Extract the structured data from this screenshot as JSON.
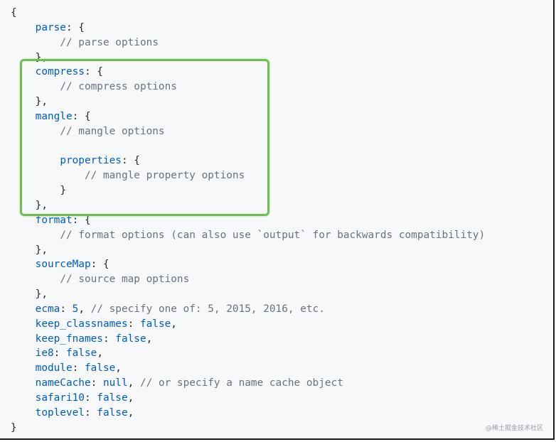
{
  "code": {
    "lines": [
      {
        "indent": "",
        "parts": [
          {
            "t": "{",
            "c": "punct"
          }
        ]
      },
      {
        "indent": "    ",
        "parts": [
          {
            "t": "parse",
            "c": "key"
          },
          {
            "t": ": {",
            "c": "punct"
          }
        ]
      },
      {
        "indent": "        ",
        "parts": [
          {
            "t": "// parse options",
            "c": "cmt"
          }
        ]
      },
      {
        "indent": "    ",
        "parts": [
          {
            "t": "},",
            "c": "punct"
          }
        ]
      },
      {
        "indent": "    ",
        "parts": [
          {
            "t": "compress",
            "c": "key"
          },
          {
            "t": ": {",
            "c": "punct"
          }
        ]
      },
      {
        "indent": "        ",
        "parts": [
          {
            "t": "// compress options",
            "c": "cmt"
          }
        ]
      },
      {
        "indent": "    ",
        "parts": [
          {
            "t": "},",
            "c": "punct"
          }
        ]
      },
      {
        "indent": "    ",
        "parts": [
          {
            "t": "mangle",
            "c": "key"
          },
          {
            "t": ": {",
            "c": "punct"
          }
        ]
      },
      {
        "indent": "        ",
        "parts": [
          {
            "t": "// mangle options",
            "c": "cmt"
          }
        ]
      },
      {
        "indent": "",
        "parts": []
      },
      {
        "indent": "        ",
        "parts": [
          {
            "t": "properties",
            "c": "key"
          },
          {
            "t": ": {",
            "c": "punct"
          }
        ]
      },
      {
        "indent": "            ",
        "parts": [
          {
            "t": "// mangle property options",
            "c": "cmt"
          }
        ]
      },
      {
        "indent": "        ",
        "parts": [
          {
            "t": "}",
            "c": "punct"
          }
        ]
      },
      {
        "indent": "    ",
        "parts": [
          {
            "t": "},",
            "c": "punct"
          }
        ]
      },
      {
        "indent": "    ",
        "parts": [
          {
            "t": "format",
            "c": "key"
          },
          {
            "t": ": {",
            "c": "punct"
          }
        ]
      },
      {
        "indent": "        ",
        "parts": [
          {
            "t": "// format options (can also use `output` for backwards compatibility)",
            "c": "cmt"
          }
        ]
      },
      {
        "indent": "    ",
        "parts": [
          {
            "t": "},",
            "c": "punct"
          }
        ]
      },
      {
        "indent": "    ",
        "parts": [
          {
            "t": "sourceMap",
            "c": "key"
          },
          {
            "t": ": {",
            "c": "punct"
          }
        ]
      },
      {
        "indent": "        ",
        "parts": [
          {
            "t": "// source map options",
            "c": "cmt"
          }
        ]
      },
      {
        "indent": "    ",
        "parts": [
          {
            "t": "},",
            "c": "punct"
          }
        ]
      },
      {
        "indent": "    ",
        "parts": [
          {
            "t": "ecma",
            "c": "key"
          },
          {
            "t": ": ",
            "c": "punct"
          },
          {
            "t": "5",
            "c": "num"
          },
          {
            "t": ", ",
            "c": "punct"
          },
          {
            "t": "// specify one of: 5, 2015, 2016, etc.",
            "c": "cmt"
          }
        ]
      },
      {
        "indent": "    ",
        "parts": [
          {
            "t": "keep_classnames",
            "c": "key"
          },
          {
            "t": ": ",
            "c": "punct"
          },
          {
            "t": "false",
            "c": "kw"
          },
          {
            "t": ",",
            "c": "punct"
          }
        ]
      },
      {
        "indent": "    ",
        "parts": [
          {
            "t": "keep_fnames",
            "c": "key"
          },
          {
            "t": ": ",
            "c": "punct"
          },
          {
            "t": "false",
            "c": "kw"
          },
          {
            "t": ",",
            "c": "punct"
          }
        ]
      },
      {
        "indent": "    ",
        "parts": [
          {
            "t": "ie8",
            "c": "key"
          },
          {
            "t": ": ",
            "c": "punct"
          },
          {
            "t": "false",
            "c": "kw"
          },
          {
            "t": ",",
            "c": "punct"
          }
        ]
      },
      {
        "indent": "    ",
        "parts": [
          {
            "t": "module",
            "c": "key"
          },
          {
            "t": ": ",
            "c": "punct"
          },
          {
            "t": "false",
            "c": "kw"
          },
          {
            "t": ",",
            "c": "punct"
          }
        ]
      },
      {
        "indent": "    ",
        "parts": [
          {
            "t": "nameCache",
            "c": "key"
          },
          {
            "t": ": ",
            "c": "punct"
          },
          {
            "t": "null",
            "c": "kw"
          },
          {
            "t": ", ",
            "c": "punct"
          },
          {
            "t": "// or specify a name cache object",
            "c": "cmt"
          }
        ]
      },
      {
        "indent": "    ",
        "parts": [
          {
            "t": "safari10",
            "c": "key"
          },
          {
            "t": ": ",
            "c": "punct"
          },
          {
            "t": "false",
            "c": "kw"
          },
          {
            "t": ",",
            "c": "punct"
          }
        ]
      },
      {
        "indent": "    ",
        "parts": [
          {
            "t": "toplevel",
            "c": "key"
          },
          {
            "t": ": ",
            "c": "punct"
          },
          {
            "t": "false",
            "c": "kw"
          },
          {
            "t": ",",
            "c": "punct"
          }
        ]
      },
      {
        "indent": "",
        "parts": [
          {
            "t": "}",
            "c": "punct"
          }
        ]
      }
    ]
  },
  "highlight": {
    "color": "#6fbf4e"
  },
  "watermark": {
    "text": "@稀土掘金技术社区"
  },
  "colors": {
    "background": "#f6f8fa",
    "key": "#005cc5",
    "comment": "#6a737d",
    "text": "#24292e"
  }
}
